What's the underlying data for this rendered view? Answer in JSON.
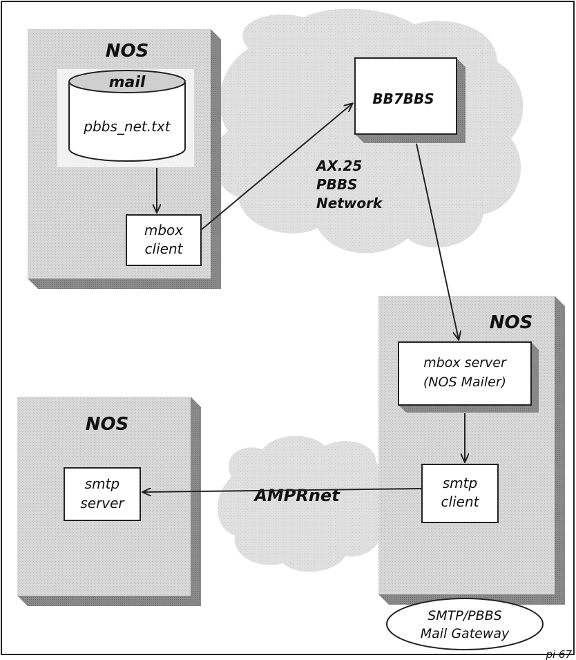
{
  "nos_top_left": {
    "title": "NOS"
  },
  "mail_store": {
    "label": "mail",
    "file": "pbbs_net.txt"
  },
  "mbox_client": {
    "line1": "mbox",
    "line2": "client"
  },
  "pbbs_cloud": {
    "line1": "AX.25",
    "line2": "PBBS",
    "line3": "Network"
  },
  "bbs": {
    "label": "BB7BBS"
  },
  "nos_right": {
    "title": "NOS"
  },
  "mbox_server": {
    "line1": "mbox server",
    "line2": "(NOS Mailer)"
  },
  "smtp_client": {
    "line1": "smtp",
    "line2": "client"
  },
  "nos_bottom_left": {
    "title": "NOS"
  },
  "smtp_server": {
    "line1": "smtp",
    "line2": "server"
  },
  "amprnet": {
    "label": "AMPRnet"
  },
  "gateway": {
    "line1": "SMTP/PBBS",
    "line2": "Mail Gateway"
  },
  "figure_id": "pi 67",
  "colors": {
    "shade": "#d4d4d4",
    "shadow": "#8e8e8e",
    "cloud": "#dedede",
    "line": "#222222"
  }
}
